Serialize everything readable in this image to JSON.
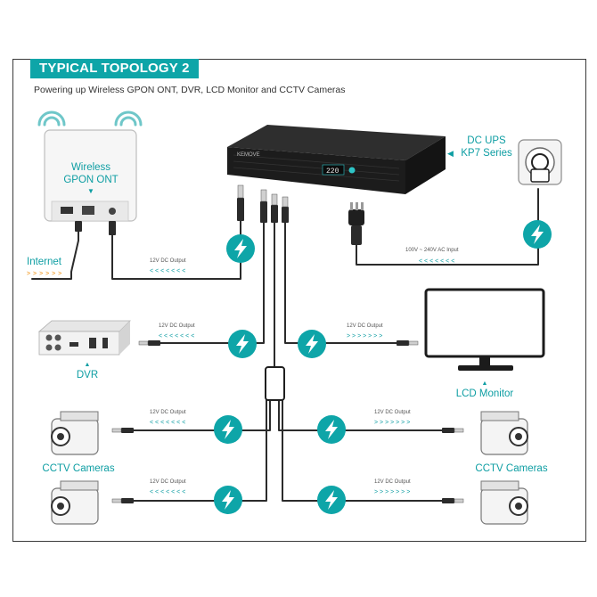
{
  "title": "TYPICAL TOPOLOGY 2",
  "subtitle": "Powering up Wireless GPON ONT, DVR, LCD Monitor and CCTV Cameras",
  "labels": {
    "ont_line1": "Wireless",
    "ont_line2": "GPON ONT",
    "ont_arrow": "▼",
    "internet": "Internet",
    "internet_arrows": "> > > > > >",
    "ups_line1": "DC UPS",
    "ups_line2": "KP7 Series",
    "ups_arrow": "◀",
    "ups_brand": "KEMOVE",
    "ups_display": "220",
    "ac_input": "100V ~ 240V AC Input",
    "dvr": "DVR",
    "dvr_arrow": "▲",
    "lcd": "LCD Monitor",
    "lcd_arrow": "▲",
    "cctv_left": "CCTV Cameras",
    "cctv_right": "CCTV Cameras",
    "dc_output": "12V DC Output",
    "arrows_left": "< < < < < < <",
    "arrows_right": "> > > > > > >",
    "ac_arrows": "< < < < < < <"
  },
  "colors": {
    "accent": "#0ea5a8",
    "label": "#0e9ea3",
    "cable": "#2b2b2b",
    "ups_body": "#1c1c1c"
  }
}
